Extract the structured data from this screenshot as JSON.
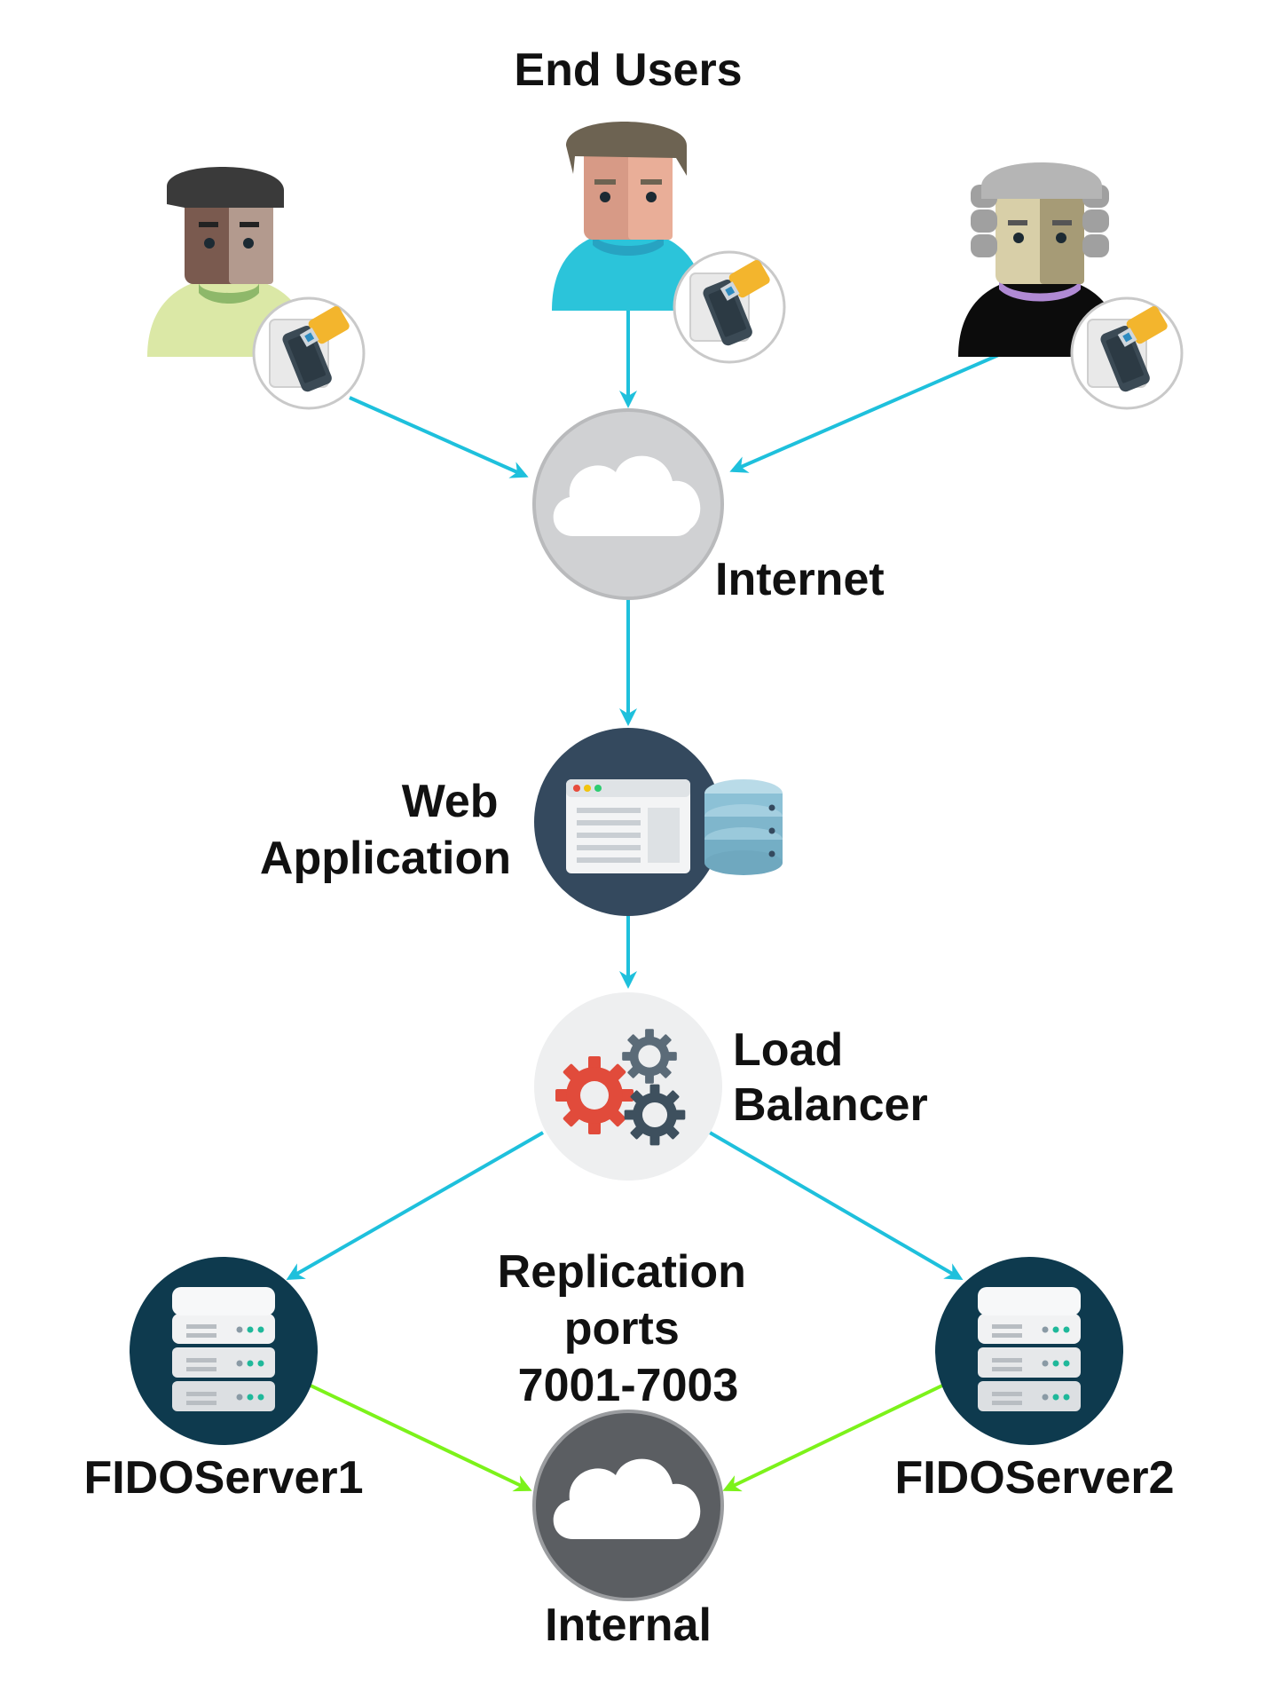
{
  "title": "End Users",
  "nodes": {
    "internet": "Internet",
    "web_application": [
      "Web",
      "Application"
    ],
    "load_balancer": [
      "Load",
      "Balancer"
    ],
    "server1": "FIDOServer1",
    "server2": "FIDOServer2",
    "internal": "Internal"
  },
  "replication_label": [
    "Replication",
    "ports",
    "7001-7003"
  ],
  "colors": {
    "user_edge": "#1ec0dc",
    "replication_edge": "#7cf21a",
    "dark_node": "#34495e",
    "server_node": "#0e3a4e",
    "internet_node": "#d0d1d3",
    "internal_node": "#5b5e62"
  },
  "icons": {
    "users": [
      "user-icon",
      "user-icon",
      "user-icon"
    ],
    "authenticator": "security-key-phone-icon",
    "internet": "cloud-icon",
    "web_application": "browser-window-database-icon",
    "load_balancer": "gears-icon",
    "servers": "server-rack-icon",
    "internal": "cloud-icon"
  }
}
